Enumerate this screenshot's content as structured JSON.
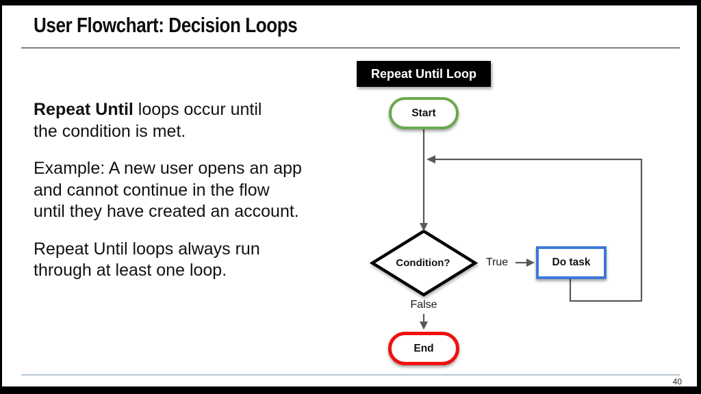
{
  "slide": {
    "title": "User Flowchart: Decision Loops",
    "page_number": "40"
  },
  "body": {
    "p1": {
      "bold": "Repeat Until",
      "rest": " loops occur until",
      "line2": "the condition is met."
    },
    "p2": {
      "line1": "Example: A new user opens an app",
      "line2": "and cannot continue in the flow",
      "line3": "until they have created an account."
    },
    "p3": {
      "line1": "Repeat Until loops always run",
      "line2": "through at least one loop."
    }
  },
  "flowchart": {
    "header": "Repeat Until Loop",
    "start": "Start",
    "condition": "Condition?",
    "true_label": "True",
    "false_label": "False",
    "do_task": "Do task",
    "end": "End",
    "colors": {
      "header_bg": "#000000",
      "header_text": "#ffffff",
      "start_border": "#6aa84f",
      "do_task_border": "#3c78d8",
      "end_border": "#ee1111",
      "diamond_border": "#000000",
      "connector": "#595959",
      "footer_rule": "#b9c6d3",
      "title_rule": "#7d7d7d"
    }
  }
}
